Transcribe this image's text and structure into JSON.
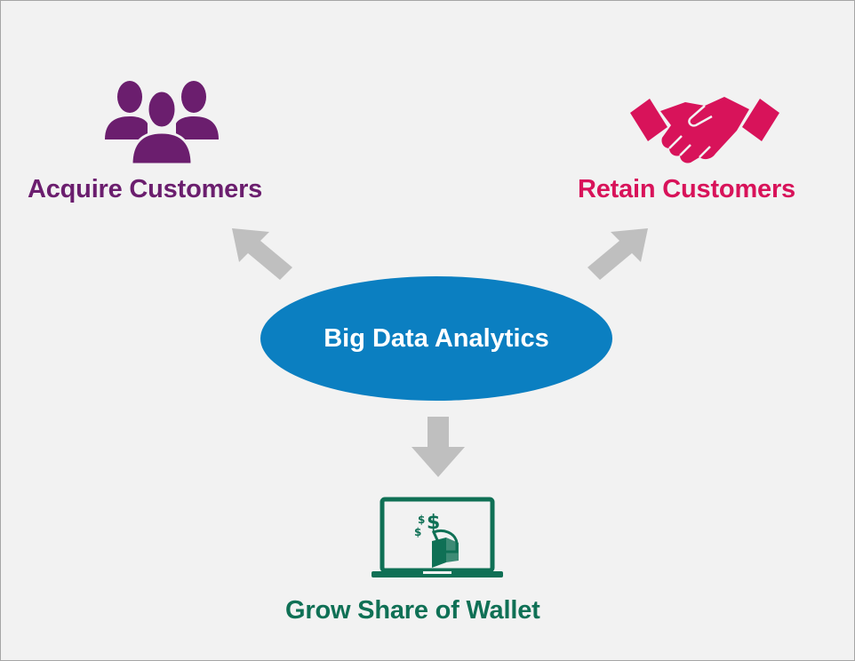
{
  "nodes": {
    "center": {
      "label": "Big Data Analytics",
      "color": "#0b7fc1"
    },
    "acquire": {
      "label": "Acquire Customers",
      "color": "#6b1e6e",
      "icon": "people-group-icon"
    },
    "retain": {
      "label": "Retain Customers",
      "color": "#d8135a",
      "icon": "handshake-icon"
    },
    "grow": {
      "label": "Grow Share of Wallet",
      "color": "#0f7055",
      "icon": "laptop-wallet-icon"
    }
  },
  "arrow_color": "#bfbfbf"
}
